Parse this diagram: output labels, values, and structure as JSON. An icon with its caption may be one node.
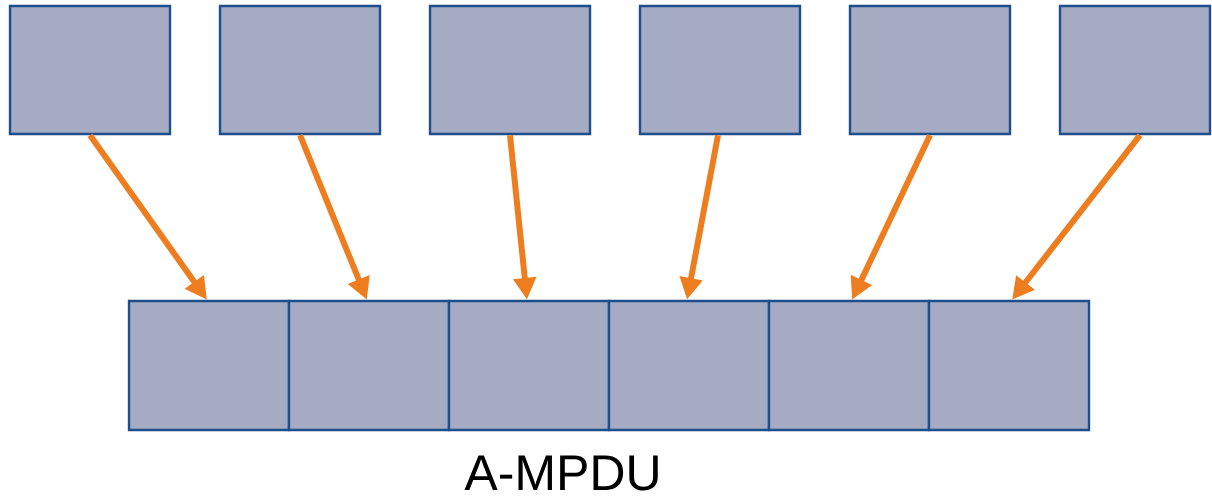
{
  "diagram": {
    "nodes": [
      {
        "text": [],
        "shape": "box"
      },
      {
        "text": [],
        "shape": "box"
      },
      {
        "text": [],
        "shape": "box"
      },
      {
        "text": [],
        "shape": "box"
      },
      {
        "text": [],
        "shape": "box"
      },
      {
        "text": [],
        "shape": "box"
      },
      {
        "text": [],
        "shape": "box"
      },
      {
        "text": [],
        "shape": "box"
      },
      {
        "text": [],
        "shape": "box"
      },
      {
        "text": [],
        "shape": "box"
      },
      {
        "text": [],
        "shape": "box"
      },
      {
        "text": [],
        "shape": "box"
      }
    ],
    "edges": [
      {
        "from": 0,
        "to": 6,
        "arrow": "to"
      },
      {
        "from": 1,
        "to": 7,
        "arrow": "to"
      },
      {
        "from": 2,
        "to": 8,
        "arrow": "to"
      },
      {
        "from": 3,
        "to": 9,
        "arrow": "to"
      },
      {
        "from": 4,
        "to": 10,
        "arrow": "to"
      },
      {
        "from": 5,
        "to": 11,
        "arrow": "to"
      }
    ],
    "labels": [
      "A-MPDU"
    ]
  }
}
